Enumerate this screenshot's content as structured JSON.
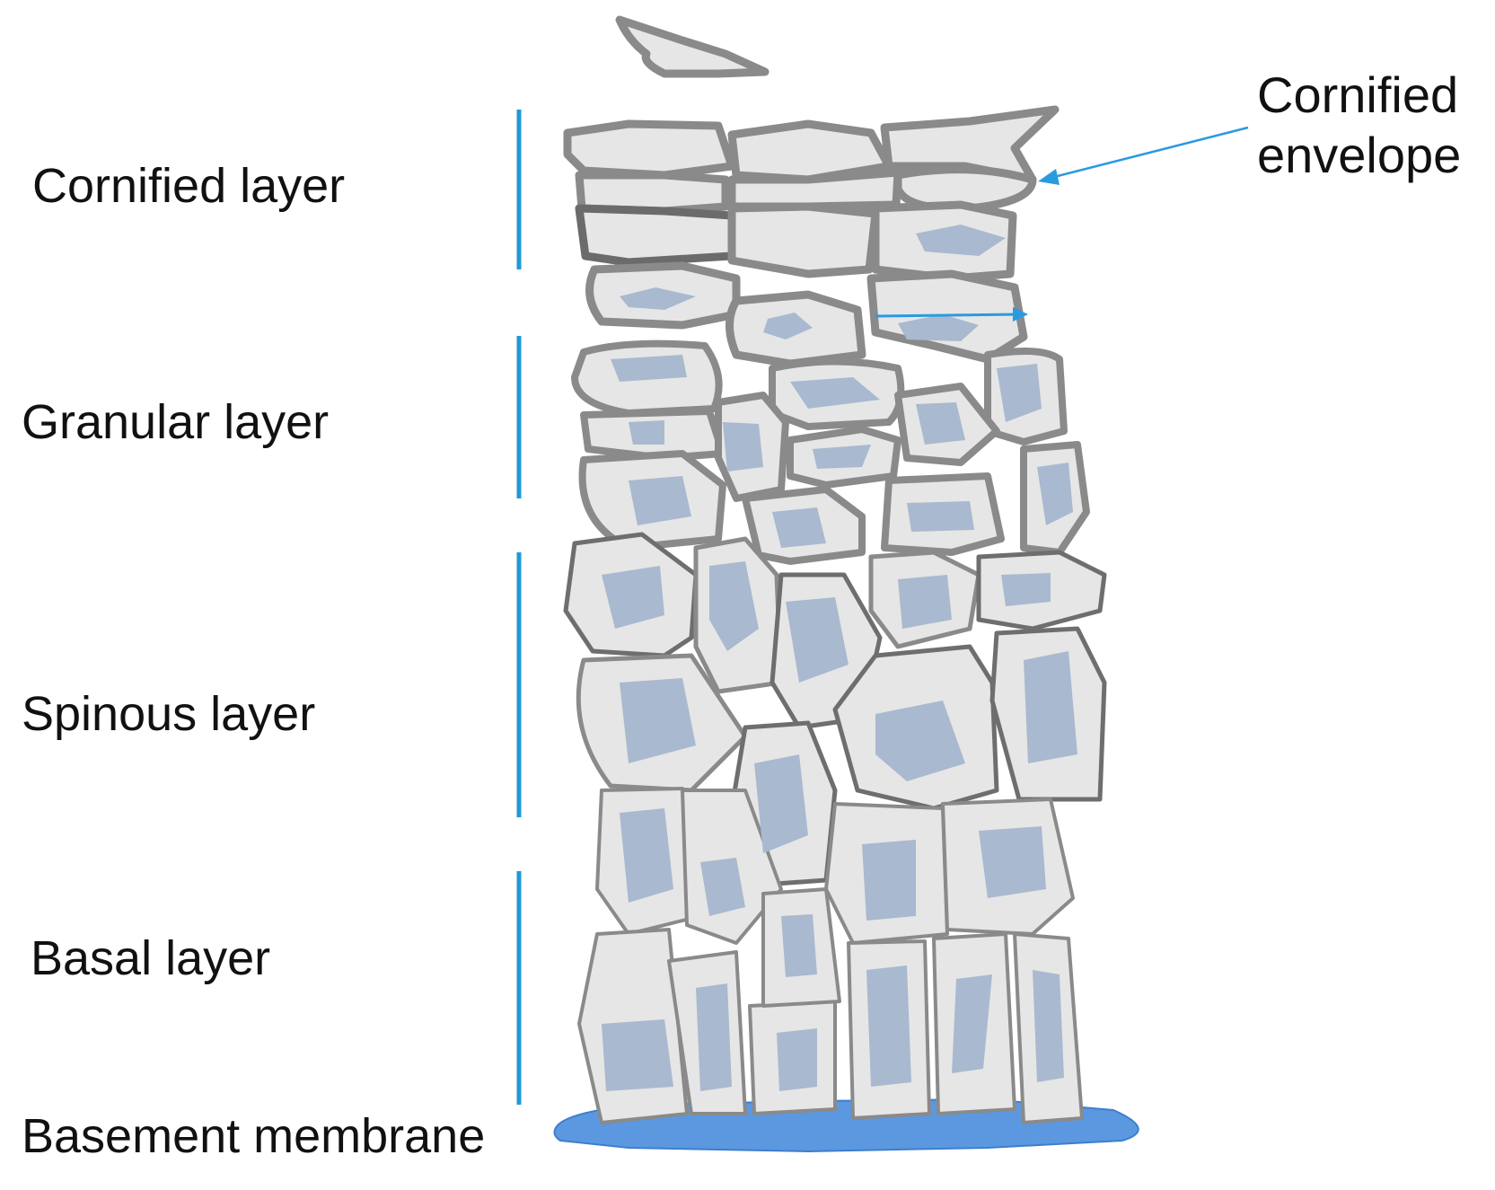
{
  "labels": {
    "cornified_layer": "Cornified layer",
    "granular_layer": "Granular layer",
    "spinous_layer": "Spinous layer",
    "basal_layer": "Basal layer",
    "basement_membrane": "Basement membrane",
    "cornified_envelope_line1": "Cornified",
    "cornified_envelope_line2": "envelope"
  },
  "colors": {
    "layer_bracket": "#1f9ad6",
    "cell_fill": "#e6e6e6",
    "cell_outline": "#8a8a8a",
    "nucleus": "#a9b9cf",
    "membrane": "#5b98e0",
    "arrow": "#2a9ae0"
  }
}
